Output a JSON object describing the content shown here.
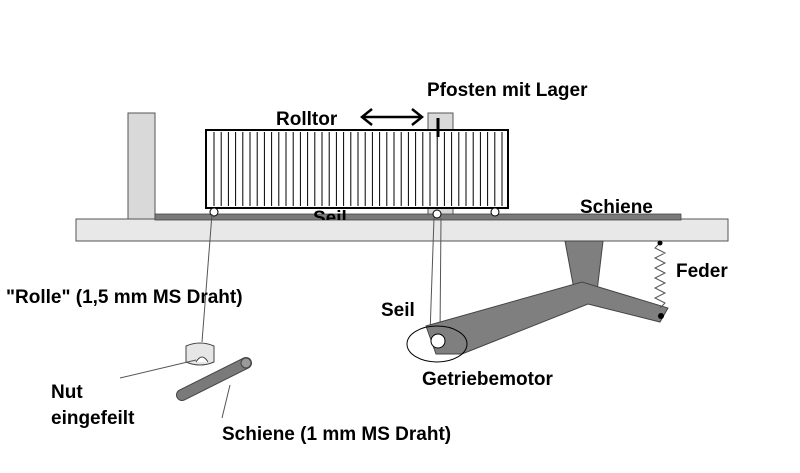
{
  "labels": {
    "post_with_bearing": "Pfosten mit Lager",
    "rolling_gate": "Rolltor",
    "rope_top": "Seil",
    "rail_top": "Schiene",
    "spring": "Feder",
    "roller": "\"Rolle\" (1,5 mm MS Draht)",
    "rope_motor": "Seil",
    "gear_motor": "Getriebemotor",
    "groove_line1": "Nut",
    "groove_line2": "eingefeilt",
    "rail_wire": "Schiene (1 mm MS Draht)"
  },
  "colors": {
    "base_plate": "#e8e8e8",
    "post": "#d9d9d9",
    "rail": "#7a7a7a",
    "lever": "#7f7f7f",
    "gate_fill": "#ffffff",
    "outline": "#000000"
  }
}
